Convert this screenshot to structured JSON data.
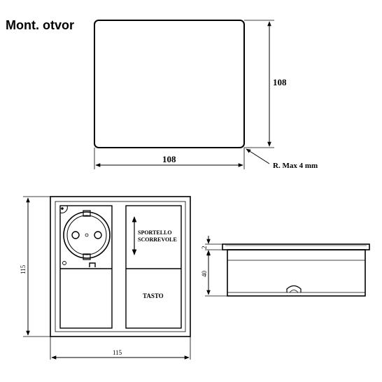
{
  "title": "Mont. otvor",
  "cutout": {
    "width_label": "108",
    "height_label": "108",
    "radius_label": "R. Max 4 mm"
  },
  "front_view": {
    "width_label": "115",
    "height_label": "115",
    "door_label_line1": "SPORTELLO",
    "door_label_line2": "SCORREVOLE",
    "key_label": "TASTO"
  },
  "side_view": {
    "top_dim_label": "2",
    "depth_label": "40"
  }
}
